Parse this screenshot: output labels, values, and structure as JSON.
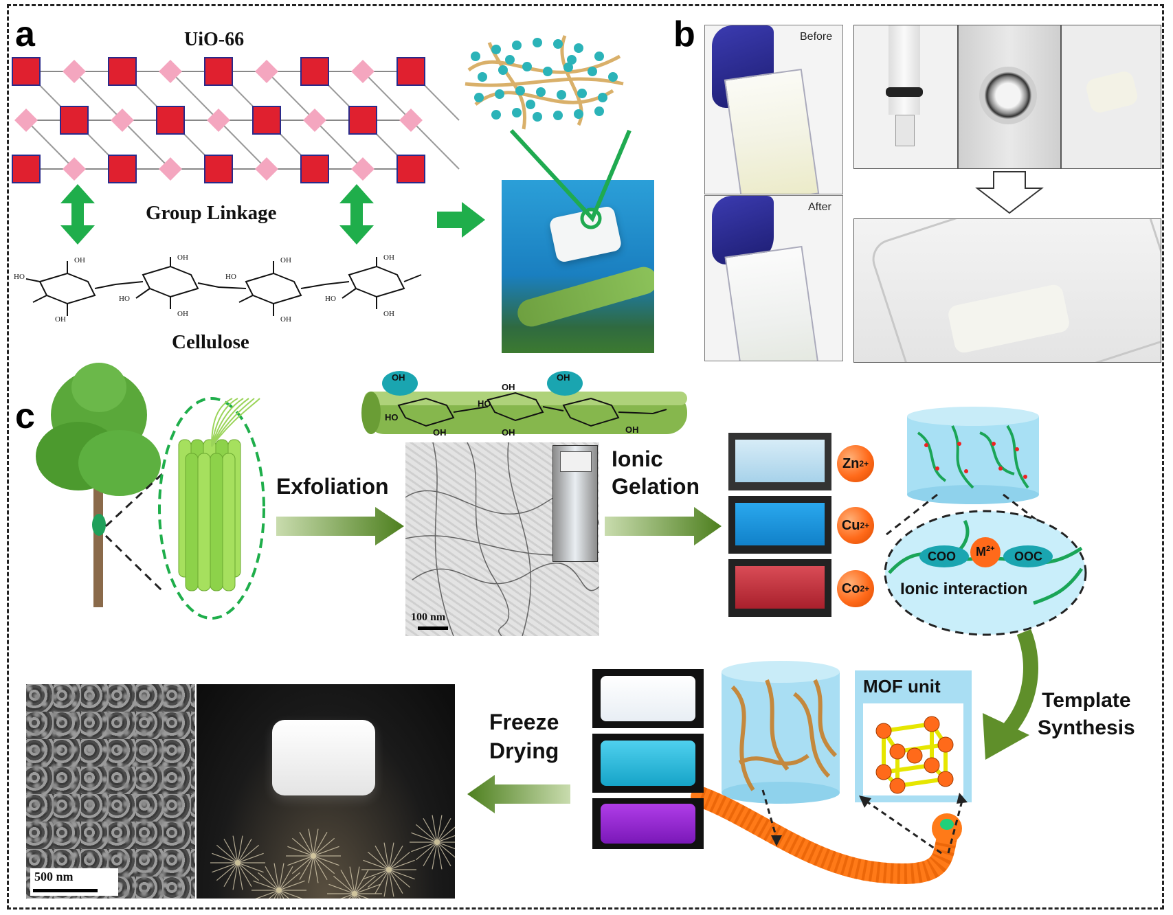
{
  "panels": {
    "a": "a",
    "b": "b",
    "c": "c"
  },
  "panel_a": {
    "title": "UiO-66",
    "linkage": "Group Linkage",
    "cellulose": "Cellulose",
    "oh": "OH",
    "ho": "HO"
  },
  "panel_b": {
    "before": "Before",
    "after": "After"
  },
  "panel_c": {
    "exfoliation": "Exfoliation",
    "ionic_gelation_1": "Ionic",
    "ionic_gelation_2": "Gelation",
    "scale_100": "100 nm",
    "ion_zn": "Zn",
    "ion_cu": "Cu",
    "ion_co": "Co",
    "charge": "2+",
    "coo": "COO",
    "m2": "M",
    "ooc": "OOC",
    "ionic_interaction": "Ionic interaction",
    "template_1": "Template",
    "template_2": "Synthesis",
    "mof_unit": "MOF unit",
    "freeze_1": "Freeze",
    "freeze_2": "Drying",
    "scale_500": "500 nm"
  },
  "colors": {
    "arrow_green": "#1fae4b",
    "arrow_olive": "#5f8f2a",
    "mof_red": "#e0202f",
    "ion_orange": "#ff6a1a",
    "hydrogel_blue": "#1e9fe0"
  }
}
